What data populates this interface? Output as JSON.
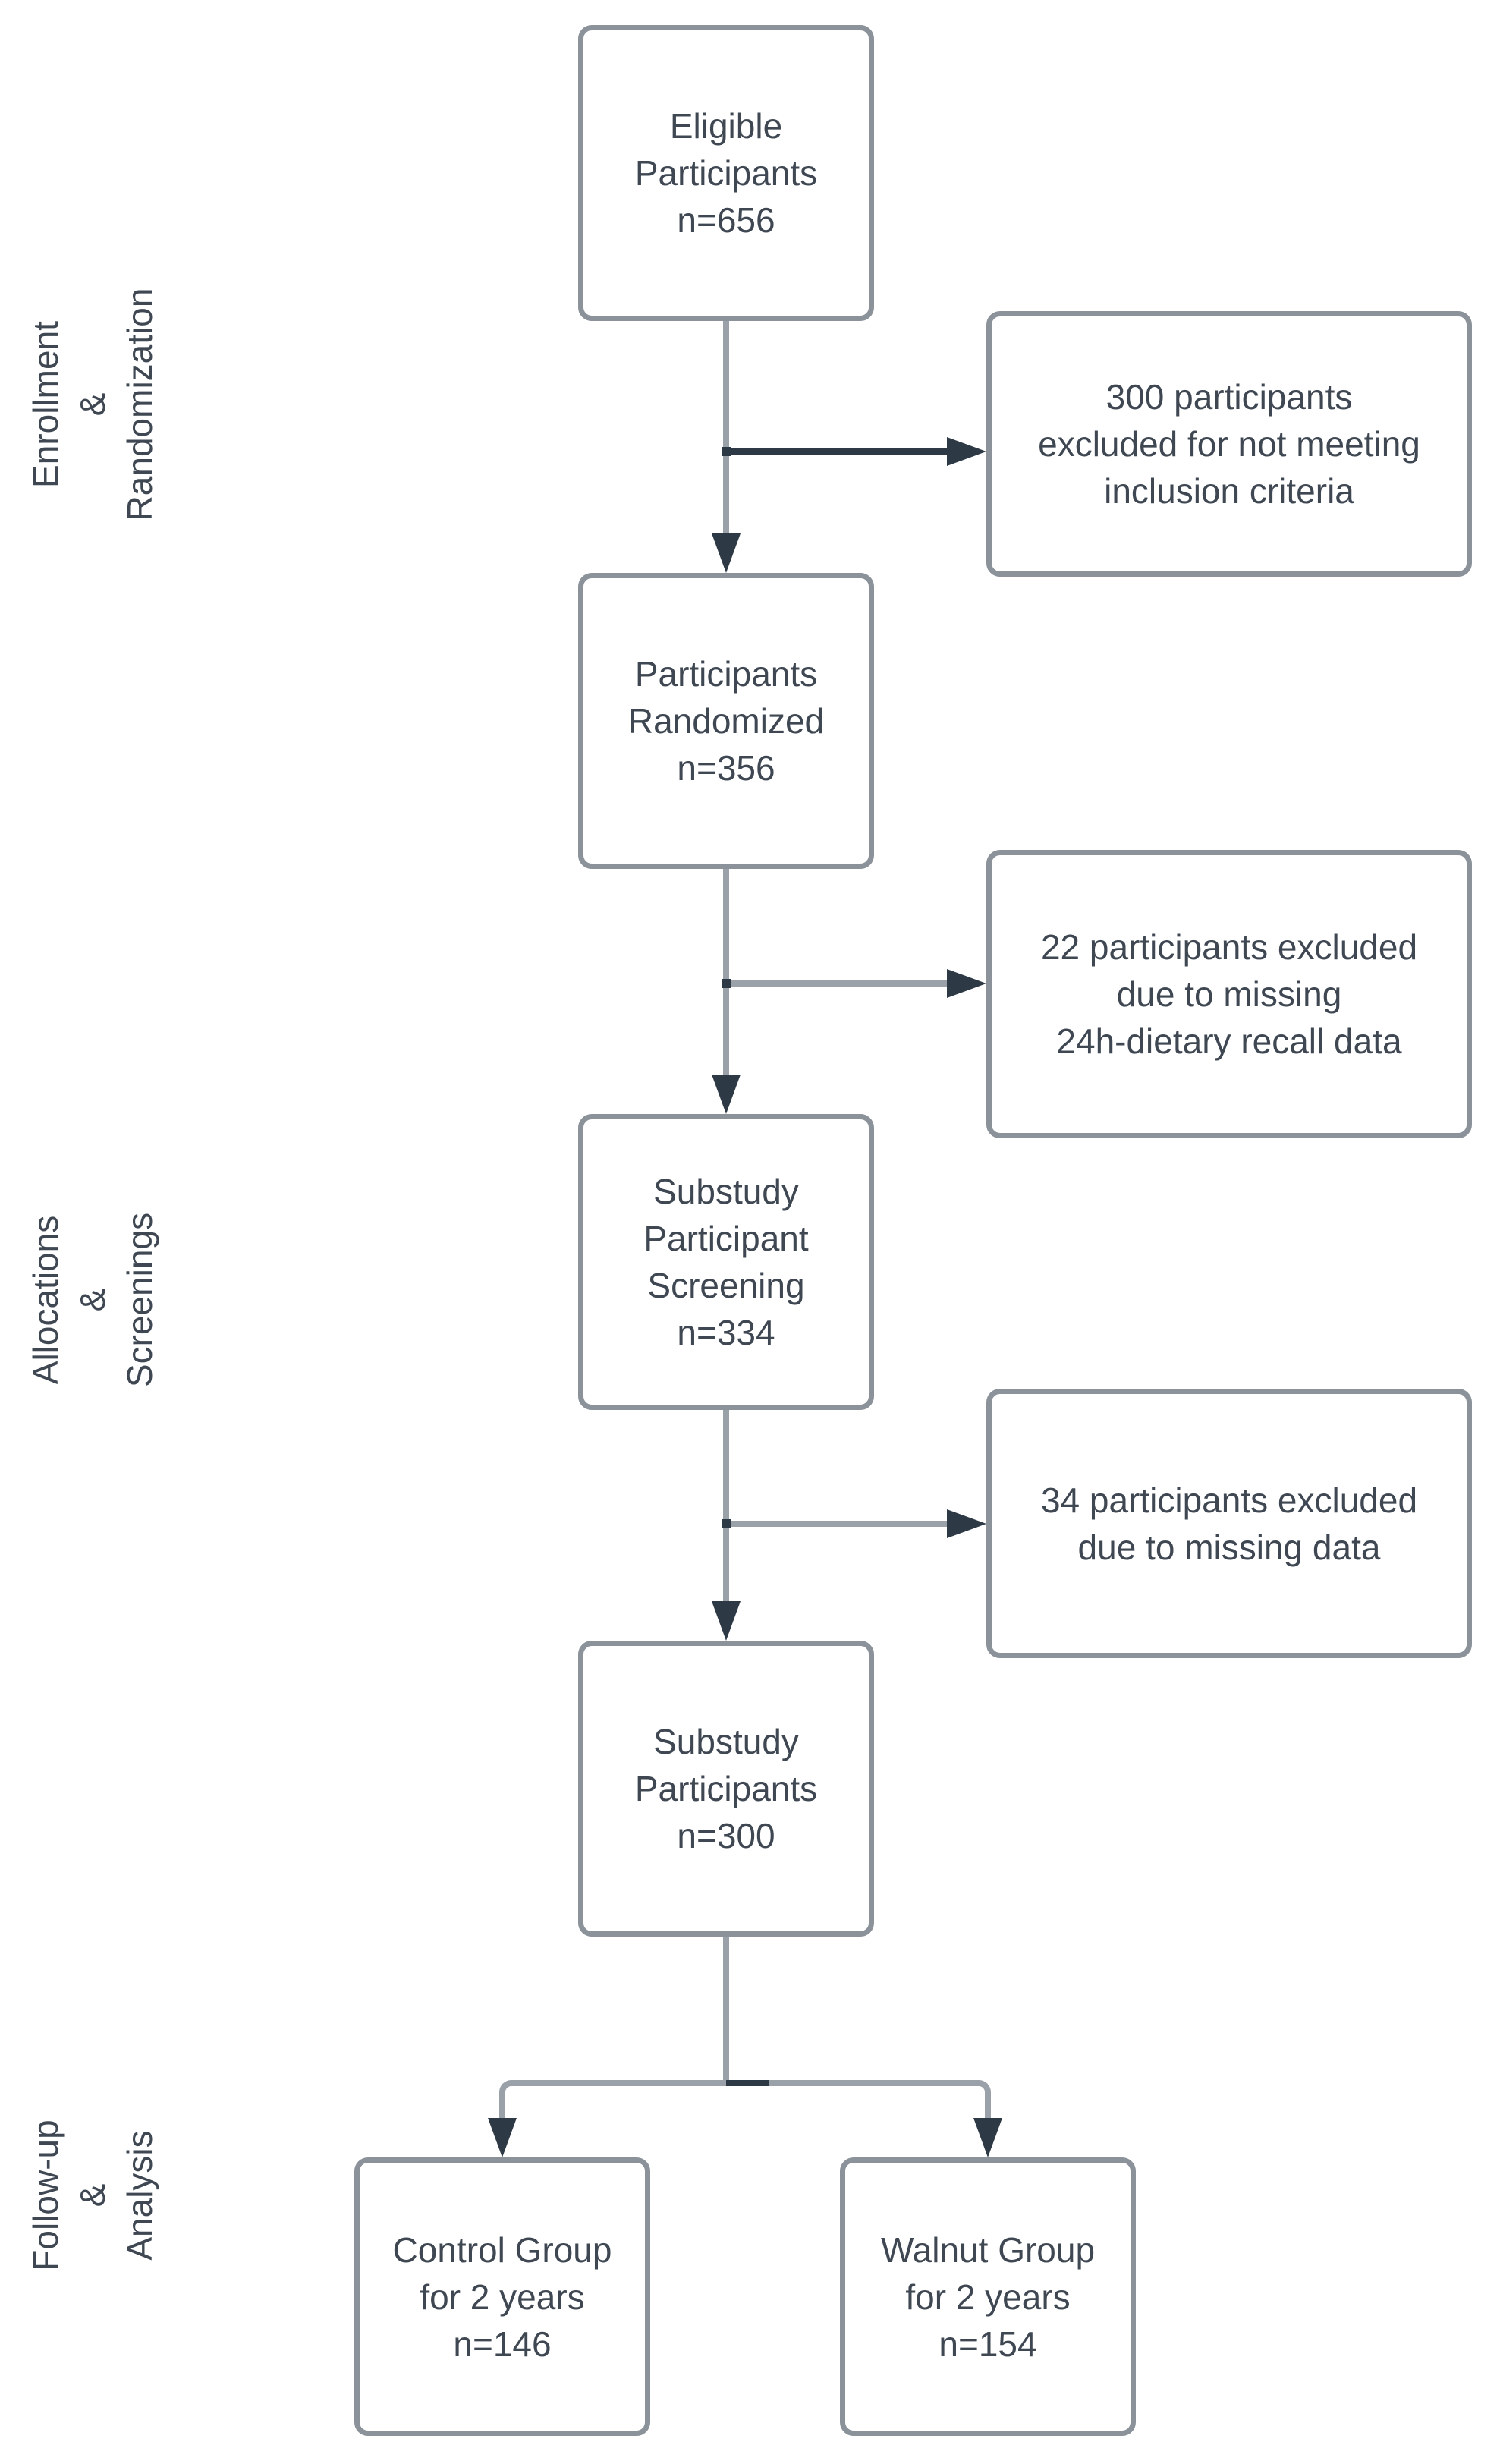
{
  "colors": {
    "border": "#8b929a",
    "line": "#9aa1a8",
    "dark": "#2e3946",
    "text": "#3e4752",
    "bg": "#ffffff"
  },
  "sections": [
    {
      "label": "Enrollment\n&\nRandomization"
    },
    {
      "label": "Allocations\n&\nScreenings"
    },
    {
      "label": "Follow-up\n&\nAnalysis"
    }
  ],
  "nodes": {
    "eligible": {
      "text": "Eligible\nParticipants\nn=656"
    },
    "randomized": {
      "text": "Participants\nRandomized\nn=356"
    },
    "screening": {
      "text": "Substudy\nParticipant\nScreening\nn=334"
    },
    "substudy": {
      "text": "Substudy\nParticipants\nn=300"
    },
    "control": {
      "text": "Control Group\nfor 2 years\nn=146"
    },
    "walnut": {
      "text": "Walnut Group\nfor 2 years\nn=154"
    },
    "excl1": {
      "text": "300 participants\nexcluded for not meeting\ninclusion criteria"
    },
    "excl2": {
      "text": "22 participants excluded\ndue to missing\n24h-dietary recall data"
    },
    "excl3": {
      "text": "34 participants excluded\ndue to missing data"
    }
  }
}
